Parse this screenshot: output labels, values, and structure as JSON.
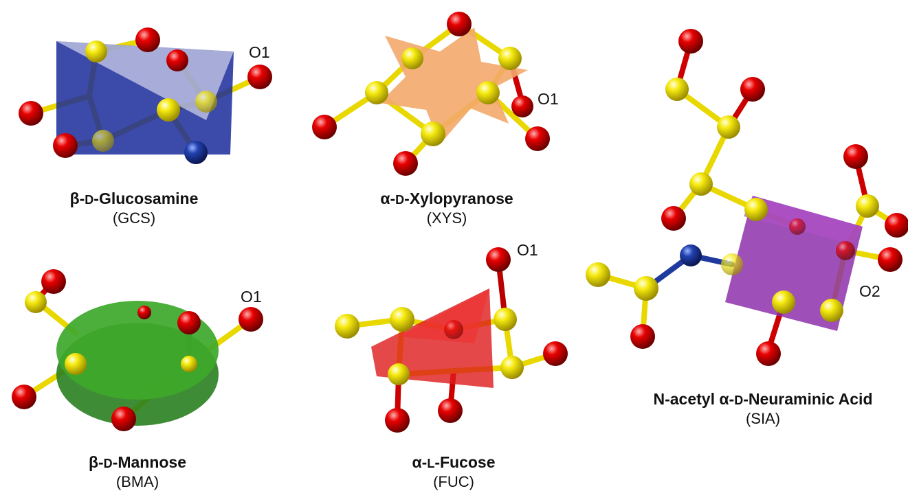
{
  "palette": {
    "carbon": "#f2e600",
    "oxygen": "#e00000",
    "nitrogen": "#1f3a9e",
    "gcs_shape": "#1a2a9a",
    "xys_shape": "#f3a86b",
    "bma_shape": "#3ea82a",
    "fuc_shape": "#dd1a1a",
    "sia_shape": "#8a2aa8"
  },
  "molecules": [
    {
      "id": "gcs",
      "name_prefix": "β-",
      "name_config": "D",
      "name_suffix": "-Glucosamine",
      "code": "(GCS)",
      "shape": "triangular prism",
      "atom_label": "O1"
    },
    {
      "id": "xys",
      "name_prefix": "α-",
      "name_config": "D",
      "name_suffix": "-Xylopyranose",
      "code": "(XYS)",
      "shape": "star",
      "atom_label": "O1"
    },
    {
      "id": "bma",
      "name_prefix": "β-",
      "name_config": "D",
      "name_suffix": "-Mannose",
      "code": "(BMA)",
      "shape": "disc",
      "atom_label": "O1"
    },
    {
      "id": "fuc",
      "name_prefix": "α-",
      "name_config": "L",
      "name_suffix": "-Fucose",
      "code": "(FUC)",
      "shape": "triangle",
      "atom_label": "O1"
    },
    {
      "id": "sia",
      "name_prefix": "N-acetyl α-",
      "name_config": "D",
      "name_suffix": "-Neuraminic Acid",
      "code": "(SIA)",
      "shape": "diamond",
      "atom_label": "O2"
    }
  ]
}
